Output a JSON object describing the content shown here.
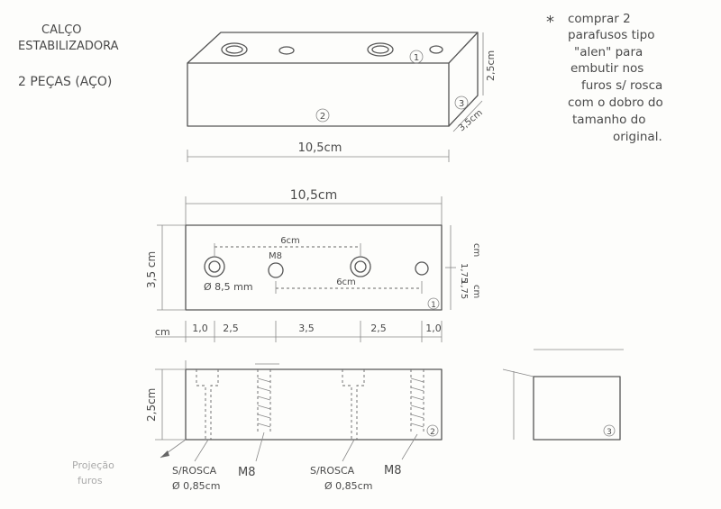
{
  "title": {
    "line1": "CALÇO",
    "line2": "ESTABILIZADORA",
    "line3": "2 PEÇAS (AÇO)"
  },
  "note": {
    "marker": "*",
    "lines": [
      "comprar 2",
      "parafusos tipo",
      "\"alen\" para",
      "embutir nos",
      "furos s/ rosca",
      "com o dobro do",
      "tamanho do",
      "original."
    ]
  },
  "iso_view": {
    "height": "2,5cm",
    "depth": "3,5cm",
    "length": "10,5cm",
    "face_labels": [
      "1",
      "2",
      "3"
    ]
  },
  "top_view": {
    "overall_length": "10,5cm",
    "width": "3,5 cm",
    "upper_offset": "1,75",
    "lower_offset": "1,75",
    "offset_unit": "cm",
    "spacing_top": "6cm",
    "spacing_bottom": "6cm",
    "thread_label": "M8",
    "bore_label": "Ø 8,5 mm",
    "face_label": "1"
  },
  "chain_dims": {
    "unit": "cm",
    "values": [
      "1,0",
      "2,5",
      "3,5",
      "2,5",
      "1,0"
    ]
  },
  "front_view": {
    "height": "2,5cm",
    "face_label": "2",
    "projection_label": [
      "Projeção",
      "furos"
    ],
    "callouts": [
      {
        "label": "S/ROSCA",
        "sub": "Ø 0,85cm"
      },
      {
        "label": "M8",
        "sub": ""
      },
      {
        "label": "S/ROSCA",
        "sub": "Ø 0,85cm"
      },
      {
        "label": "M8",
        "sub": ""
      }
    ]
  },
  "side_view": {
    "face_label": "3"
  }
}
